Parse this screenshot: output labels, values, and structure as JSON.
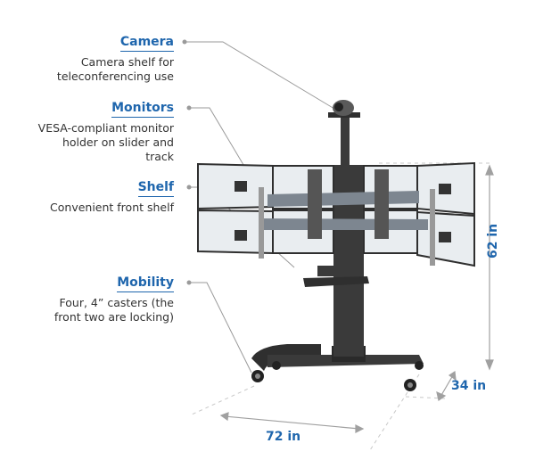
{
  "callouts": {
    "camera": {
      "title": "Camera",
      "lines": [
        "Camera shelf for",
        "teleconferencing use"
      ]
    },
    "monitors": {
      "title": "Monitors",
      "lines": [
        "VESA-compliant monitor",
        "holder on slider and",
        "track"
      ]
    },
    "shelf": {
      "title": "Shelf",
      "lines": [
        "Convenient front shelf"
      ]
    },
    "mobility": {
      "title": "Mobility",
      "lines": [
        "Four, 4” casters (the",
        "front two are locking)"
      ]
    }
  },
  "dimensions": {
    "height": "62 in",
    "depth": "34 in",
    "width": "72 in"
  },
  "colors": {
    "accent": "#1f66ad",
    "frame": "#2f2f2f",
    "screen": "#e9edf0",
    "leader": "#9a9a9a"
  }
}
